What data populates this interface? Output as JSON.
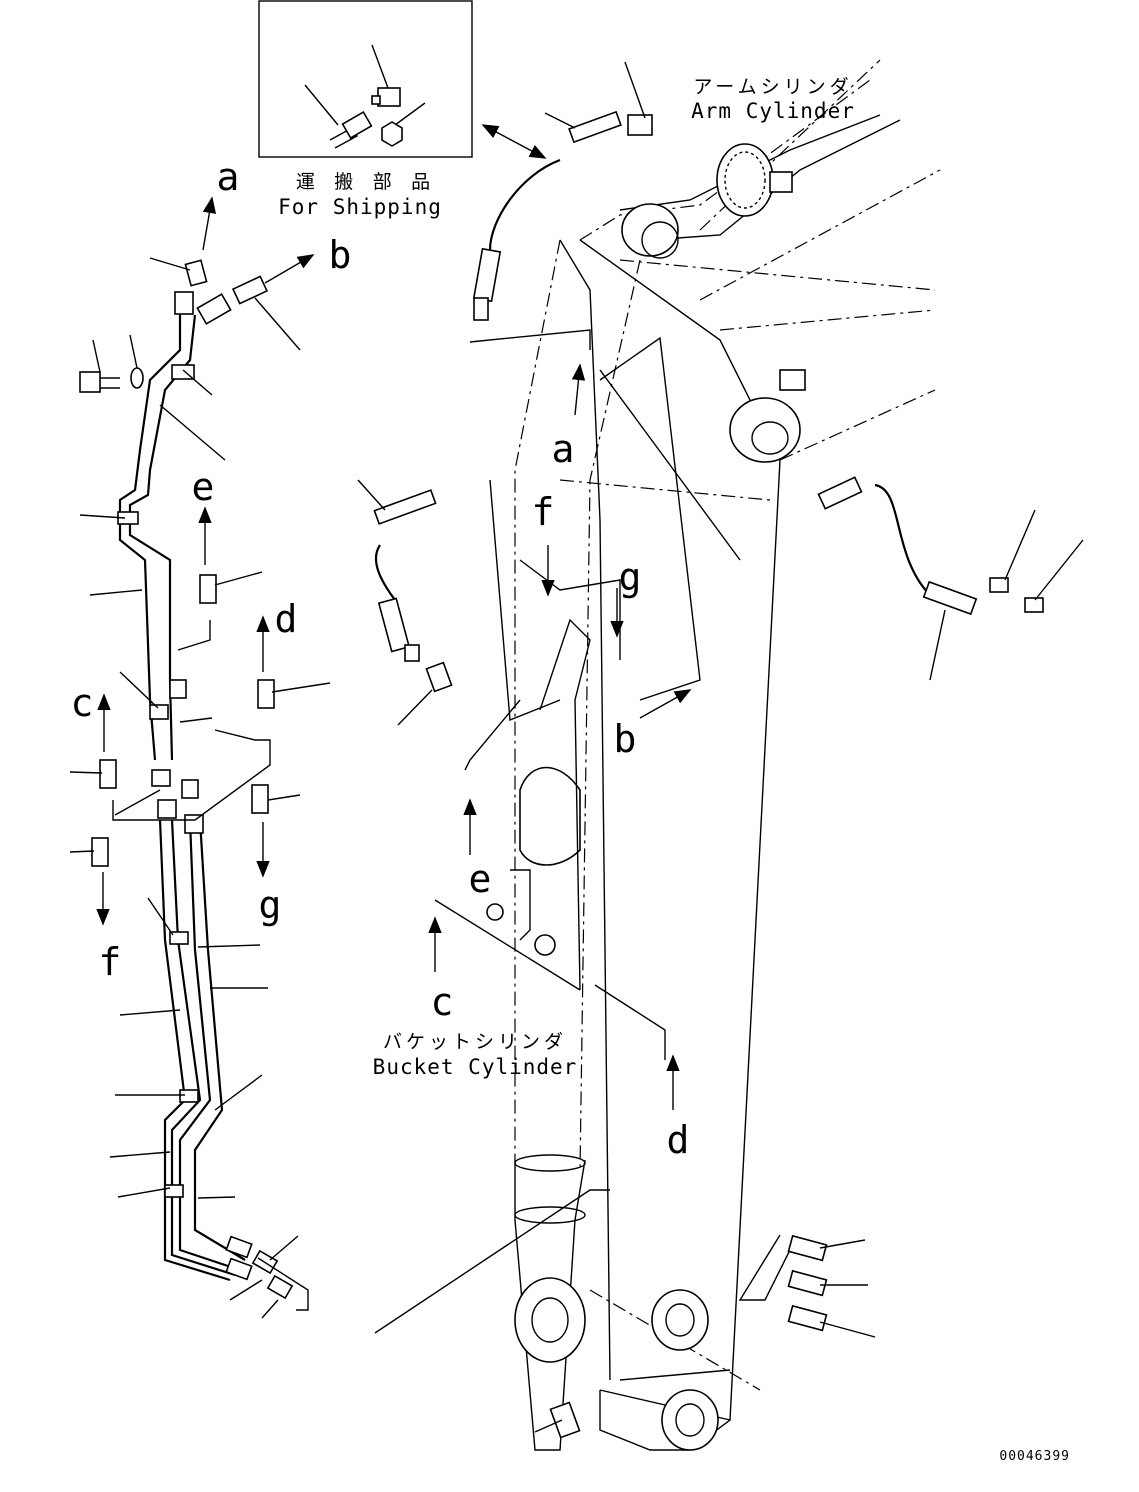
{
  "labels": {
    "a_top": "a",
    "b_top": "b",
    "e_left": "e",
    "d_left": "d",
    "c_left": "c",
    "f_left": "f",
    "g_left": "g",
    "a_center": "a",
    "f_center": "f",
    "g_center": "g",
    "b_center": "b",
    "e_center": "e",
    "c_center": "c",
    "d_center": "d"
  },
  "callouts": {
    "shipping_jp": "運 搬 部 品",
    "shipping_en": "For Shipping",
    "arm_cylinder_jp": "アームシリンダ",
    "arm_cylinder_en": "Arm Cylinder",
    "bucket_cylinder_jp": "バケットシリンダ",
    "bucket_cylinder_en": "Bucket Cylinder"
  },
  "part_number": "00046399"
}
